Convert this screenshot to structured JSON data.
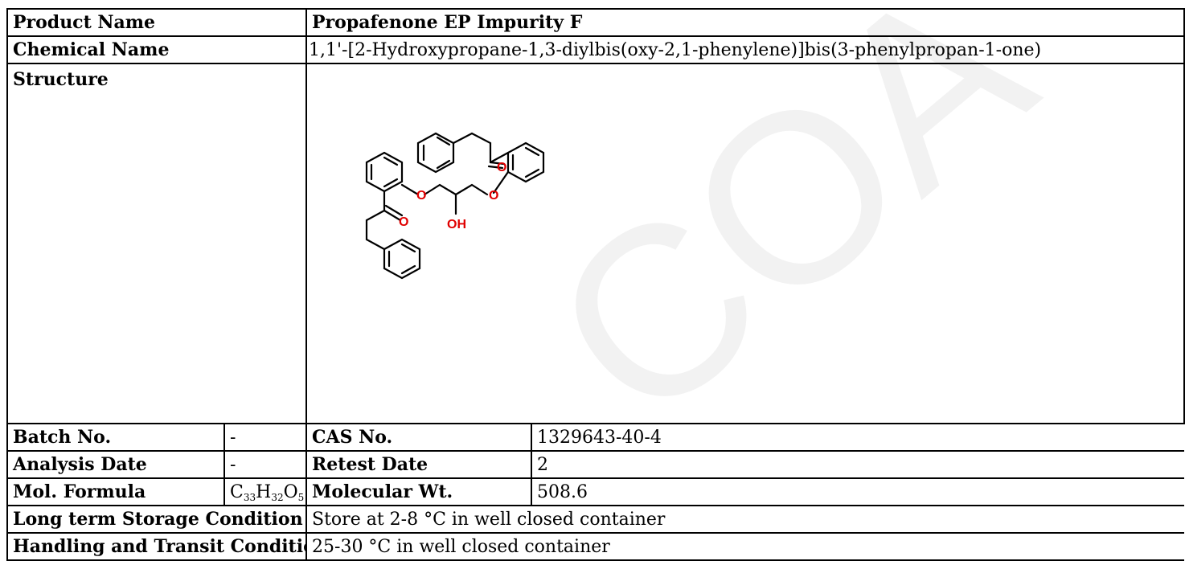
{
  "watermark": "COA",
  "product": {
    "product_name_label": "Product Name",
    "product_name_value": "Propafenone EP Impurity F",
    "chemical_name_label": "Chemical Name",
    "chemical_name_value": "1,1'-[2-Hydroxypropane-1,3-diylbis(oxy-2,1-phenylene)]bis(3-phenylpropan-1-one)",
    "structure_label": "Structure",
    "structure_atoms": {
      "o1": "O",
      "o2": "O",
      "o3": "O",
      "o4": "O",
      "oh": "OH"
    },
    "batch_label": "Batch No.",
    "batch_value": "-",
    "cas_label": "CAS No.",
    "cas_value": "1329643-40-4",
    "analysis_date_label": "Analysis Date",
    "analysis_date_value": "-",
    "retest_label": "Retest Date",
    "retest_value": "2",
    "formula_label": "Mol. Formula",
    "formula": {
      "c": "C",
      "c_n": "33",
      "h": "H",
      "h_n": "32",
      "o": "O",
      "o_n": "5"
    },
    "mw_label": "Molecular Wt.",
    "mw_value": "508.6",
    "storage_label": "Long term Storage Condition",
    "storage_value": "Store at 2-8 °C in well closed container",
    "handling_label": "Handling and Transit Condition",
    "handling_value": "25-30 °C in well closed container"
  },
  "colors": {
    "heteroatom": "#e00000",
    "watermark": "#f2f2f2"
  }
}
